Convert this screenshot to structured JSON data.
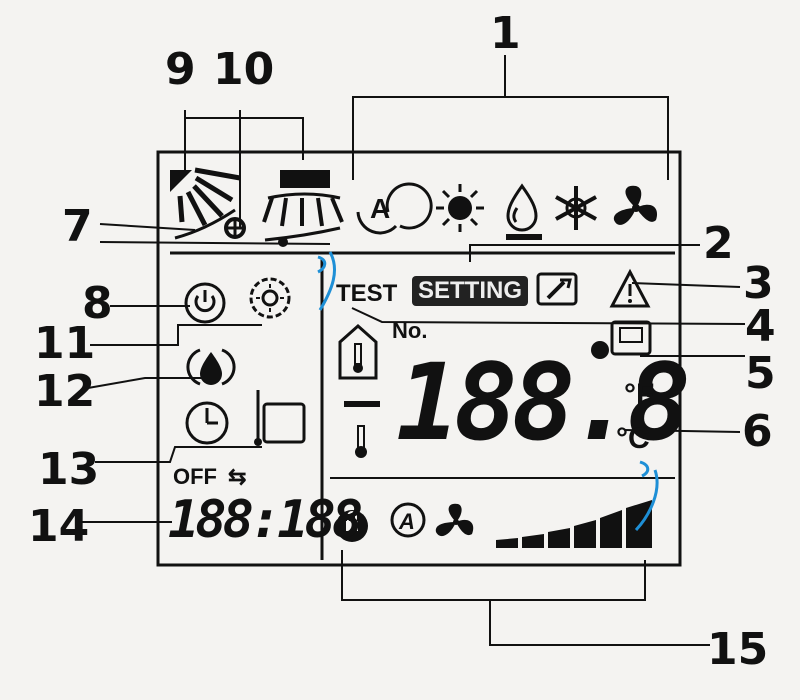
{
  "callouts": [
    "1",
    "2",
    "3",
    "4",
    "5",
    "6",
    "7",
    "8",
    "9",
    "10",
    "11",
    "12",
    "13",
    "14",
    "15"
  ],
  "labels": {
    "test": "TEST",
    "setting": "SETTING",
    "number": "No.",
    "main_temp": "188.8",
    "unit_f": "°F",
    "unit_c": "°C",
    "timer_off": "OFF",
    "clock": "188:188"
  },
  "icons": [
    "swing-louver-icon",
    "vertical-swing-icon",
    "auto-mode-icon",
    "sun-heat-icon",
    "water-drop-dry-icon",
    "snowflake-cool-icon",
    "fan-icon",
    "setting-badge",
    "wrench-service-icon",
    "warning-triangle-icon",
    "central-control-icon",
    "power-on-off-icon",
    "sleep-mode-icon",
    "drain-defrost-icon",
    "timer-clock-icon",
    "weekly-timer-icon",
    "indoor-temperature-icon",
    "outdoor-temperature-icon",
    "lock-icon",
    "auto-fan-icon",
    "fan-speed-bars-icon"
  ]
}
